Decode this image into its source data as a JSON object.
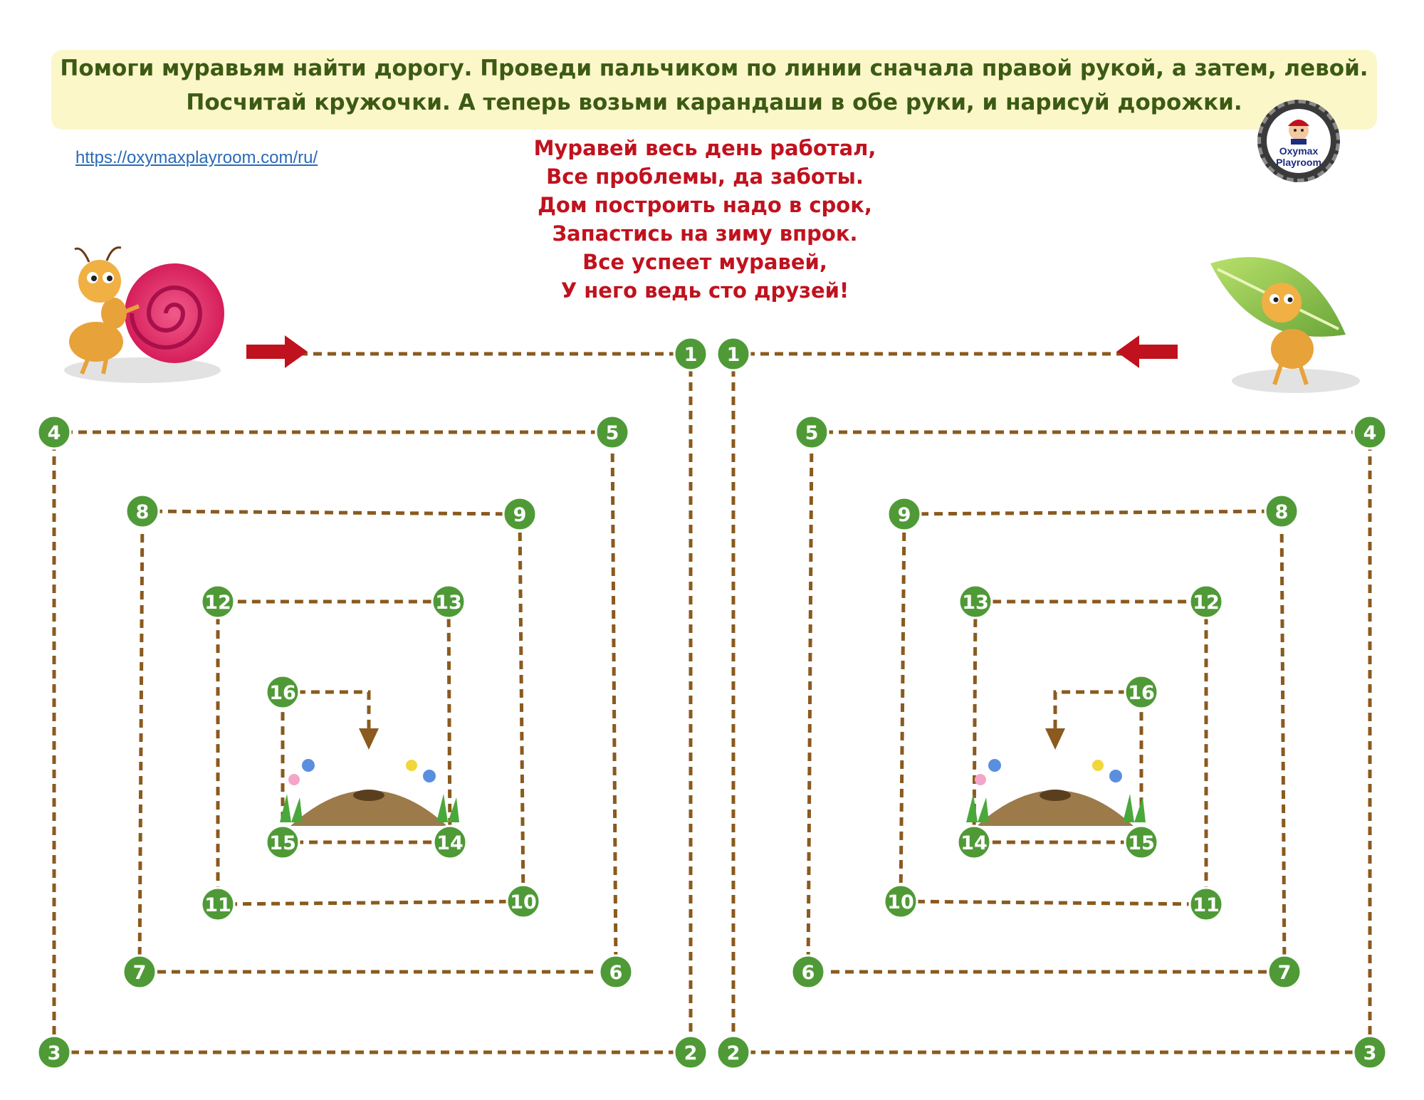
{
  "instructions": {
    "line1": "Помоги муравьям найти дорогу. Проведи пальчиком по линии сначала правой рукой, а затем, левой.",
    "line2": "Посчитай кружочки. А теперь возьми карандаши в обе руки, и нарисуй дорожки."
  },
  "website_link": "https://oxymaxplayroom.com/ru/",
  "poem": [
    "Муравей весь день работал,",
    "Все проблемы, да заботы.",
    "Дом построить надо в срок,",
    "Запастись на зиму впрок.",
    "Все успеет муравей,",
    "У него ведь сто друзей!"
  ],
  "logo": {
    "line1": "Oxymax",
    "line2": "Playroom"
  },
  "colors": {
    "path": "#8a5a1e",
    "circle": "#4f9a37",
    "arrow": "#c0121e",
    "banner_bg": "#fbf7c8",
    "banner_text": "#3c5a14"
  },
  "mazes": [
    {
      "name": "left-maze",
      "checkpoints": [
        "1",
        "2",
        "3",
        "4",
        "5",
        "6",
        "7",
        "8",
        "9",
        "10",
        "11",
        "12",
        "13",
        "14",
        "15",
        "16"
      ]
    },
    {
      "name": "right-maze",
      "checkpoints": [
        "1",
        "2",
        "3",
        "4",
        "5",
        "6",
        "7",
        "8",
        "9",
        "10",
        "11",
        "12",
        "13",
        "14",
        "15",
        "16"
      ]
    }
  ]
}
